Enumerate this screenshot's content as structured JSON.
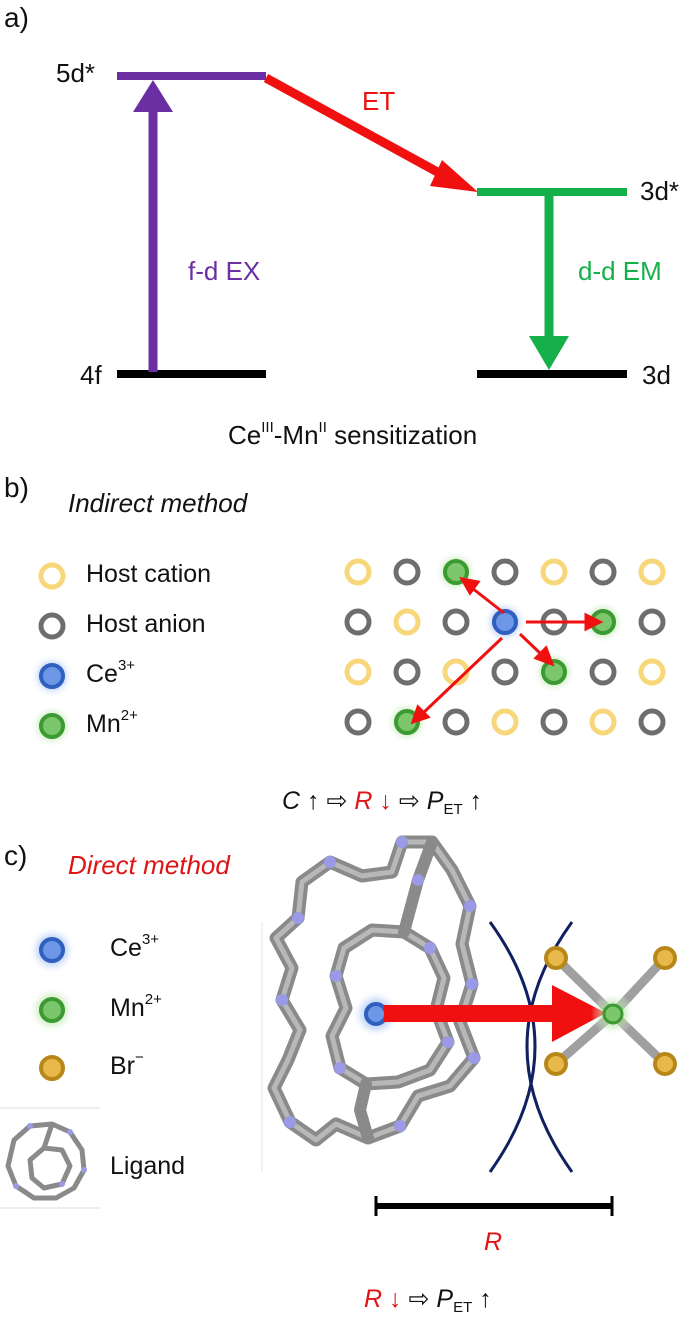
{
  "panel_a": {
    "label": "a)",
    "levels": {
      "d5_star": "5d*",
      "f4": "4f",
      "d3_star": "3d*",
      "d3": "3d"
    },
    "arrow_labels": {
      "excitation": "f-d EX",
      "transfer": "ET",
      "emission": "d-d EM"
    },
    "caption": {
      "ce": "Ce",
      "ce_sup": "III",
      "sep": "-Mn",
      "mn_sup": "II",
      "rest": " sensitization"
    },
    "colors": {
      "excitation": "#6b2fa3",
      "transfer": "#f01010",
      "emission": "#15b04a",
      "level": "#000000"
    }
  },
  "panel_b": {
    "label": "b)",
    "method": "Indirect method",
    "legend": {
      "host_cation": "Host cation",
      "host_anion": "Host anion",
      "ce": "Ce",
      "ce_sup": "3+",
      "mn": "Mn",
      "mn_sup": "2+"
    },
    "formula": {
      "c": "C",
      "up1": "↑",
      "imp1": "⇨",
      "r": "R",
      "down": "↓",
      "imp2": "⇨",
      "p": "P",
      "p_sub": "ET",
      "up2": "↑"
    },
    "lattice": [
      [
        "cation",
        "anion",
        "mn",
        "anion",
        "cation",
        "anion",
        "cation"
      ],
      [
        "anion",
        "cation",
        "anion",
        "ce",
        "anion",
        "mn",
        "anion"
      ],
      [
        "cation",
        "anion",
        "cation",
        "anion",
        "mn",
        "anion",
        "cation"
      ],
      [
        "anion",
        "mn",
        "anion",
        "cation",
        "anion",
        "cation",
        "anion"
      ]
    ],
    "colors": {
      "cation": "#f7d77a",
      "anion": "#6e6e6e",
      "ce": "#3a6fd0",
      "mn": "#45a83c",
      "arrow": "#f01010"
    }
  },
  "panel_c": {
    "label": "c)",
    "method": "Direct method",
    "legend": {
      "ce": "Ce",
      "ce_sup": "3+",
      "mn": "Mn",
      "mn_sup": "2+",
      "br": "Br",
      "br_sup": "−",
      "ligand": "Ligand"
    },
    "distance_label": "R",
    "formula": {
      "r": "R",
      "down": "↓",
      "imp": "⇨",
      "p": "P",
      "p_sub": "ET",
      "up": "↑"
    },
    "colors": {
      "br": "#c9961a",
      "ligand": "#8a8a8a",
      "nitrogen": "#9a9ae6",
      "barrier": "#102060"
    }
  }
}
